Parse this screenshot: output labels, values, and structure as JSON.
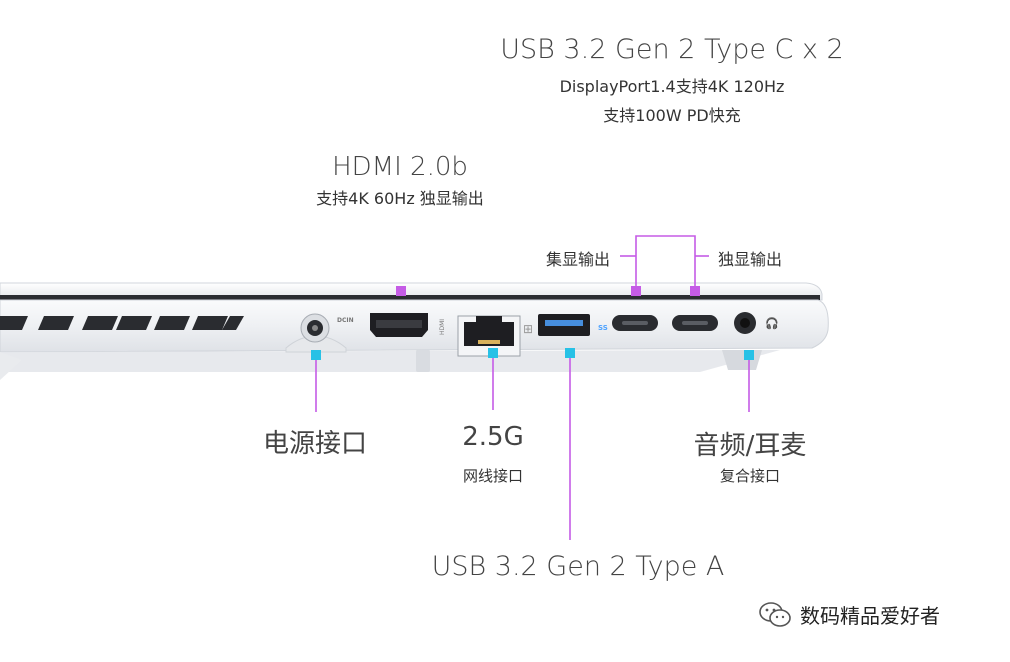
{
  "labels": {
    "usbc_title": "USB 3.2 Gen 2 Type C x 2",
    "usbc_line1": "DisplayPort1.4支持4K 120Hz",
    "usbc_line2": "支持100W PD快充",
    "hdmi_title": "HDMI 2.0b",
    "hdmi_sub": "支持4K 60Hz 独显输出",
    "igpu_out": "集显输出",
    "dgpu_out": "独显输出",
    "power": "电源接口",
    "lan_title": "2.5G",
    "lan_sub": "网线接口",
    "usba": "USB 3.2 Gen 2 Type A",
    "audio_title": "音频/耳麦",
    "audio_sub": "复合接口"
  },
  "port_markings": {
    "dcin": "DCIN",
    "hdmi": "HDMI",
    "ss": "SS"
  },
  "watermark": {
    "text": "数码精品爱好者",
    "icon": "wechat-icon"
  },
  "colors": {
    "accent_purple": "#c55ce6",
    "accent_cyan": "#27c1e6",
    "chassis": "#f3f4f6",
    "port_dark": "#1e1e22"
  }
}
